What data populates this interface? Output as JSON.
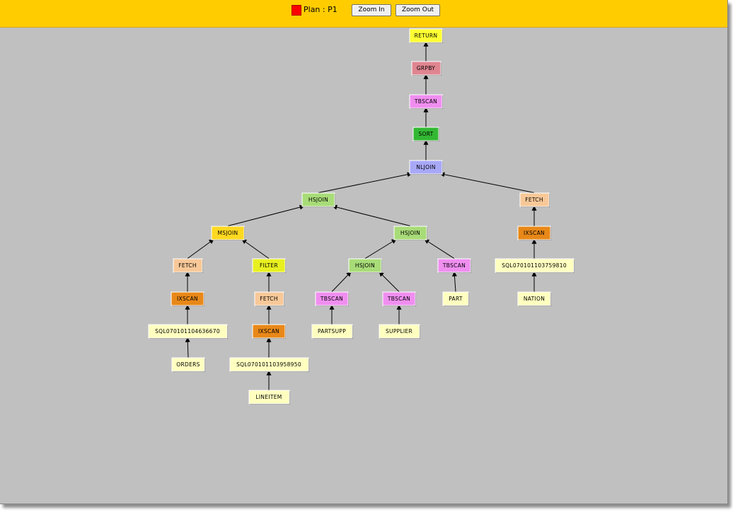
{
  "toolbar": {
    "plan_label": "Plan : P1",
    "plan_marker_color": "#ff0000",
    "zoom_in_label": "Zoom In",
    "zoom_out_label": "Zoom Out"
  },
  "colors": {
    "toolbar_bg": "#ffcc00",
    "canvas_bg": "#c0c0c0"
  },
  "plan": {
    "nodes": [
      {
        "id": "return",
        "label": "RETURN",
        "color": "#ffff33"
      },
      {
        "id": "grpby",
        "label": "GRPBY",
        "color": "#e08590"
      },
      {
        "id": "tbscan_top",
        "label": "TBSCAN",
        "color": "#f08ef0"
      },
      {
        "id": "sort",
        "label": "SORT",
        "color": "#33b833"
      },
      {
        "id": "nljoin",
        "label": "NLJOIN",
        "color": "#a8a8f8"
      },
      {
        "id": "hsjoin_1",
        "label": "HSJOIN",
        "color": "#a8dc78"
      },
      {
        "id": "fetch_nation",
        "label": "FETCH",
        "color": "#f8c898"
      },
      {
        "id": "msjoin",
        "label": "MSJOIN",
        "color": "#ffd820"
      },
      {
        "id": "hsjoin_2",
        "label": "HSJOIN",
        "color": "#a8dc78"
      },
      {
        "id": "ixscan_nation",
        "label": "IXSCAN",
        "color": "#e88818"
      },
      {
        "id": "fetch_orders",
        "label": "FETCH",
        "color": "#f8c898"
      },
      {
        "id": "filter",
        "label": "FILTER",
        "color": "#e8f020"
      },
      {
        "id": "hsjoin_3",
        "label": "HSJOIN",
        "color": "#a8dc78"
      },
      {
        "id": "tbscan_part",
        "label": "TBSCAN",
        "color": "#f08ef0"
      },
      {
        "id": "idx_nation",
        "label": "SQL070101103759810",
        "color": "#ffffc0"
      },
      {
        "id": "ixscan_orders",
        "label": "IXSCAN",
        "color": "#e88818"
      },
      {
        "id": "fetch_lineitem",
        "label": "FETCH",
        "color": "#f8c898"
      },
      {
        "id": "tbscan_partsupp",
        "label": "TBSCAN",
        "color": "#f08ef0"
      },
      {
        "id": "tbscan_supplier",
        "label": "TBSCAN",
        "color": "#f08ef0"
      },
      {
        "id": "part",
        "label": "PART",
        "color": "#ffffc0"
      },
      {
        "id": "nation",
        "label": "NATION",
        "color": "#ffffc0"
      },
      {
        "id": "idx_orders",
        "label": "SQL070101104636670",
        "color": "#ffffc0"
      },
      {
        "id": "ixscan_lineitem",
        "label": "IXSCAN",
        "color": "#e88818"
      },
      {
        "id": "partsupp",
        "label": "PARTSUPP",
        "color": "#ffffc0"
      },
      {
        "id": "supplier",
        "label": "SUPPLIER",
        "color": "#ffffc0"
      },
      {
        "id": "orders",
        "label": "ORDERS",
        "color": "#ffffc0"
      },
      {
        "id": "idx_lineitem",
        "label": "SQL070101103958950",
        "color": "#ffffc0"
      },
      {
        "id": "lineitem",
        "label": "LINEITEM",
        "color": "#ffffc0"
      }
    ],
    "edges": [
      [
        "grpby",
        "return"
      ],
      [
        "tbscan_top",
        "grpby"
      ],
      [
        "sort",
        "tbscan_top"
      ],
      [
        "nljoin",
        "sort"
      ],
      [
        "hsjoin_1",
        "nljoin"
      ],
      [
        "fetch_nation",
        "nljoin"
      ],
      [
        "msjoin",
        "hsjoin_1"
      ],
      [
        "hsjoin_2",
        "hsjoin_1"
      ],
      [
        "ixscan_nation",
        "fetch_nation"
      ],
      [
        "idx_nation",
        "ixscan_nation"
      ],
      [
        "nation",
        "idx_nation"
      ],
      [
        "fetch_orders",
        "msjoin"
      ],
      [
        "filter",
        "msjoin"
      ],
      [
        "ixscan_orders",
        "fetch_orders"
      ],
      [
        "idx_orders",
        "ixscan_orders"
      ],
      [
        "orders",
        "idx_orders"
      ],
      [
        "fetch_lineitem",
        "filter"
      ],
      [
        "ixscan_lineitem",
        "fetch_lineitem"
      ],
      [
        "idx_lineitem",
        "ixscan_lineitem"
      ],
      [
        "lineitem",
        "idx_lineitem"
      ],
      [
        "hsjoin_3",
        "hsjoin_2"
      ],
      [
        "tbscan_part",
        "hsjoin_2"
      ],
      [
        "part",
        "tbscan_part"
      ],
      [
        "tbscan_partsupp",
        "hsjoin_3"
      ],
      [
        "tbscan_supplier",
        "hsjoin_3"
      ],
      [
        "partsupp",
        "tbscan_partsupp"
      ],
      [
        "supplier",
        "tbscan_supplier"
      ]
    ]
  }
}
